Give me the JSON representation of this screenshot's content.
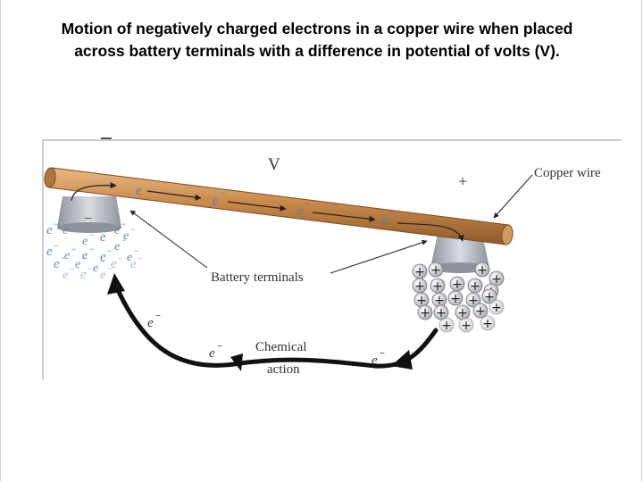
{
  "title": "Motion of negatively charged electrons in a copper wire when placed across battery terminals with a difference in potential of volts (V).",
  "figure": {
    "labels": {
      "voltage": "V",
      "plus": "+",
      "minus": "−",
      "copper_wire": "Copper wire",
      "battery_terminals": "Battery terminals",
      "chemical_action_line1": "Chemical",
      "chemical_action_line2": "action"
    },
    "electron_symbol": "e",
    "electron_superscript": "−",
    "positive_ion_symbol": "+",
    "colors": {
      "wire": "#c98a4b",
      "wire_highlight": "#e6b07a",
      "terminal": "#b8bcc4",
      "electron_blue": "#4f7fb8",
      "text": "#333333",
      "arrow": "#111111"
    }
  }
}
